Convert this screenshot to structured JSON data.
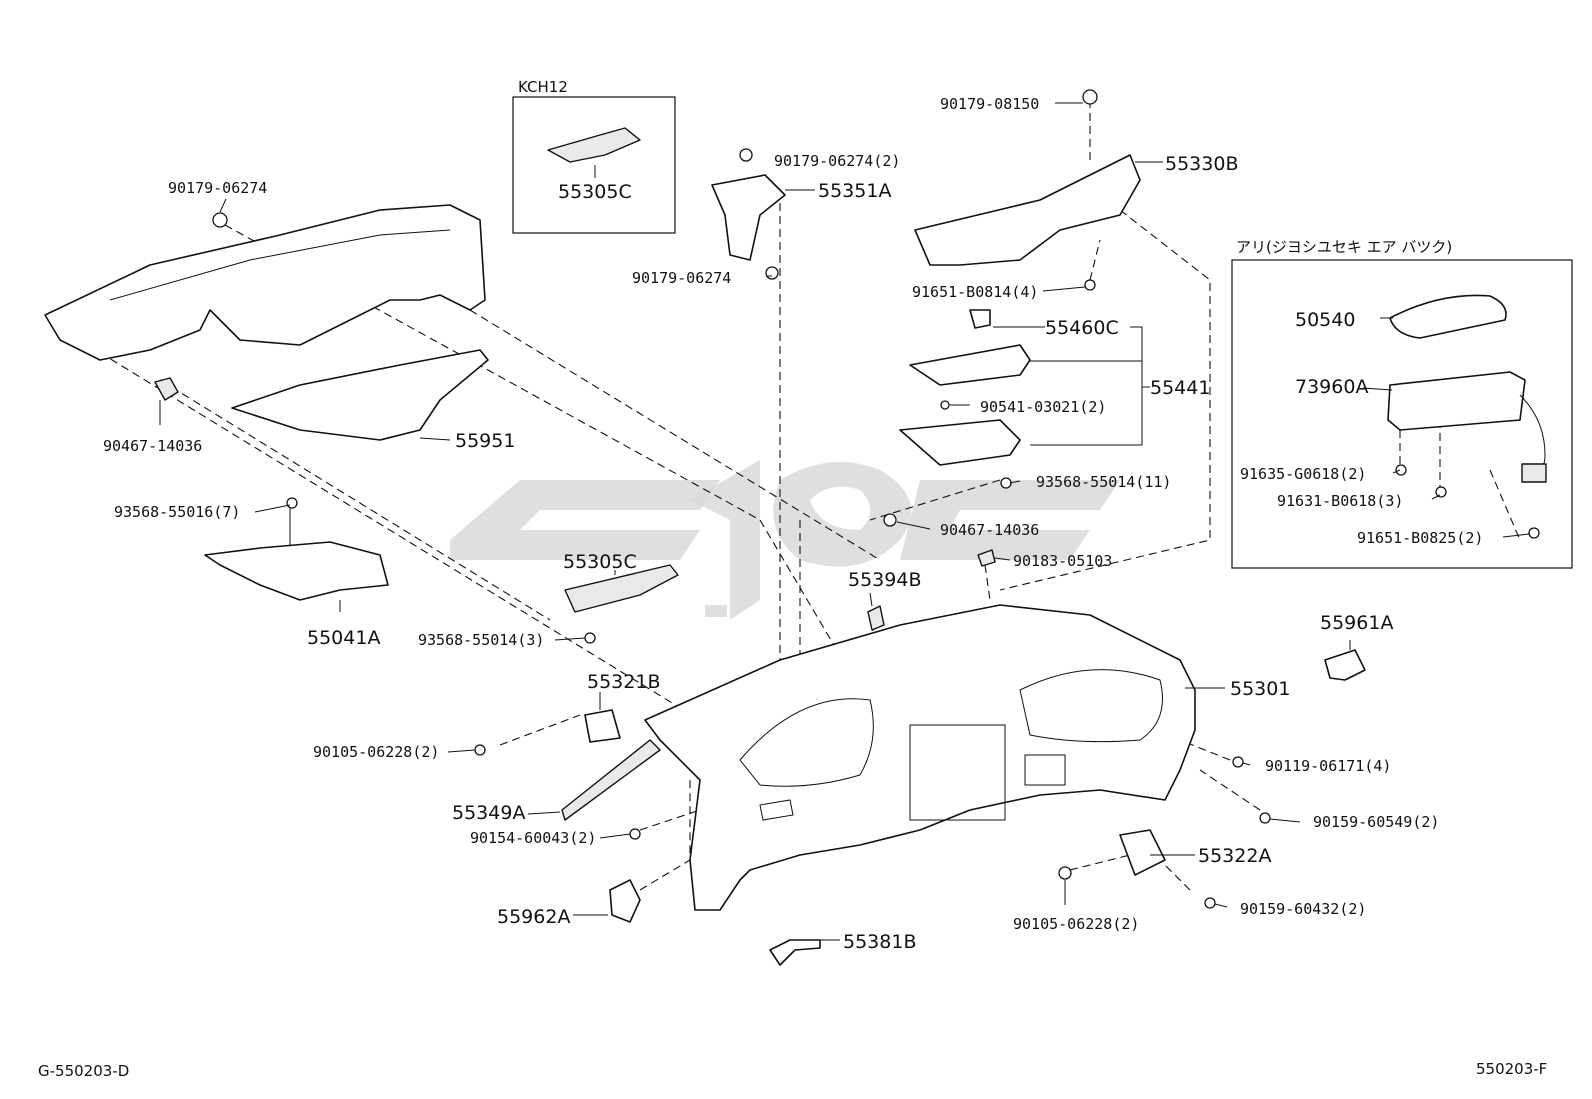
{
  "diagram": {
    "inset_kch12": {
      "title": "KCH12",
      "part": "55305C"
    },
    "inset_airbag": {
      "title": "アリ(ジヨシユセキ エア バツク)"
    },
    "labels": {
      "p_90179_08150": "90179-08150",
      "p_55330B": "55330B",
      "p_90179_06274_2": "90179-06274(2)",
      "p_55351A": "55351A",
      "p_90179_06274_a": "90179-06274",
      "p_90179_06274_b": "90179-06274",
      "p_91651_B0814": "91651-B0814(4)",
      "p_55460C": "55460C",
      "p_55441": "55441",
      "p_90541_03021": "90541-03021(2)",
      "p_93568_55014_11": "93568-55014(11)",
      "p_90467_14036_a": "90467-14036",
      "p_90467_14036_b": "90467-14036",
      "p_90183_05103": "90183-05103",
      "p_55951": "55951",
      "p_93568_55016": "93568-55016(7)",
      "p_55041A": "55041A",
      "p_55305C": "55305C",
      "p_93568_55014_3": "93568-55014(3)",
      "p_55394B": "55394B",
      "p_55321B": "55321B",
      "p_90105_06228_a": "90105-06228(2)",
      "p_55349A": "55349A",
      "p_90154_60043": "90154-60043(2)",
      "p_55962A": "55962A",
      "p_55381B": "55381B",
      "p_55301": "55301",
      "p_90119_06171": "90119-06171(4)",
      "p_90159_60549": "90159-60549(2)",
      "p_55322A": "55322A",
      "p_90105_06228_b": "90105-06228(2)",
      "p_90159_60432": "90159-60432(2)",
      "p_55961A": "55961A",
      "p_50540": "50540",
      "p_73960A": "73960A",
      "p_91635_G0618": "91635-G0618(2)",
      "p_91631_B0618": "91631-B0618(3)",
      "p_91651_B0825": "91651-B0825(2)"
    },
    "footer": {
      "left_code": "G-550203-D",
      "right_code": "550203-F"
    }
  }
}
